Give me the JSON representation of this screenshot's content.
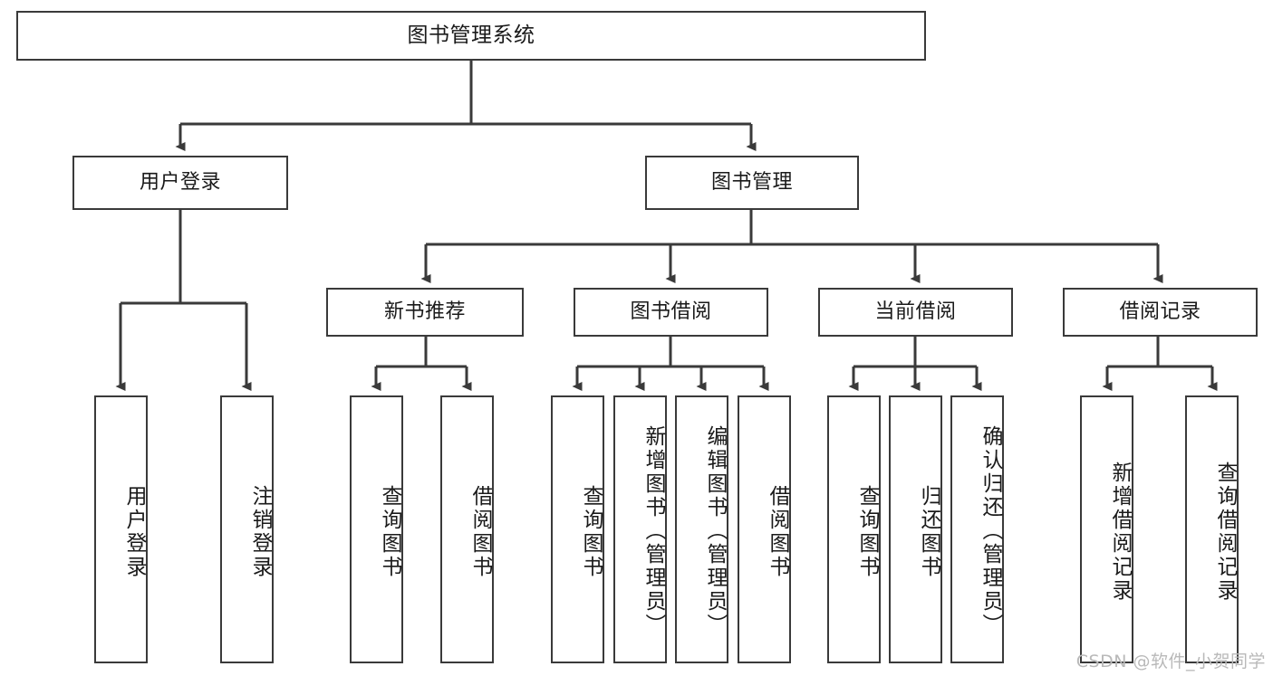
{
  "diagram": {
    "type": "hierarchy-tree",
    "title": "图书管理系统",
    "root": {
      "id": "root",
      "label": "图书管理系统"
    },
    "level2": [
      {
        "id": "user-login",
        "label": "用户登录"
      },
      {
        "id": "book-manage",
        "label": "图书管理"
      }
    ],
    "level3": [
      {
        "id": "new-book-rec",
        "label": "新书推荐"
      },
      {
        "id": "book-borrow",
        "label": "图书借阅"
      },
      {
        "id": "current-borrow",
        "label": "当前借阅"
      },
      {
        "id": "borrow-record",
        "label": "借阅记录"
      }
    ],
    "leaves": {
      "user_login": [
        {
          "id": "leaf-user-login",
          "label": "用户登录"
        },
        {
          "id": "leaf-logout",
          "label": "注销登录"
        }
      ],
      "new_book_rec": [
        {
          "id": "leaf-query-book-1",
          "label": "查询图书"
        },
        {
          "id": "leaf-borrow-book-1",
          "label": "借阅图书"
        }
      ],
      "book_borrow": [
        {
          "id": "leaf-query-book-2",
          "label": "查询图书"
        },
        {
          "id": "leaf-add-book",
          "label": "新增图书（管理员）"
        },
        {
          "id": "leaf-edit-book",
          "label": "编辑图书（管理员）"
        },
        {
          "id": "leaf-borrow-book-2",
          "label": "借阅图书"
        }
      ],
      "current_borrow": [
        {
          "id": "leaf-query-book-3",
          "label": "查询图书"
        },
        {
          "id": "leaf-return-book",
          "label": "归还图书"
        },
        {
          "id": "leaf-confirm-return",
          "label": "确认归还（管理员）"
        }
      ],
      "borrow_record": [
        {
          "id": "leaf-add-record",
          "label": "新增借阅记录"
        },
        {
          "id": "leaf-query-record",
          "label": "查询借阅记录"
        }
      ]
    }
  },
  "watermark": {
    "text": "CSDN @软件_小贺同学"
  },
  "colors": {
    "stroke": "#3a3a3a",
    "text": "#1a1a1a",
    "background": "#ffffff",
    "watermark": "#b9b9b9"
  }
}
